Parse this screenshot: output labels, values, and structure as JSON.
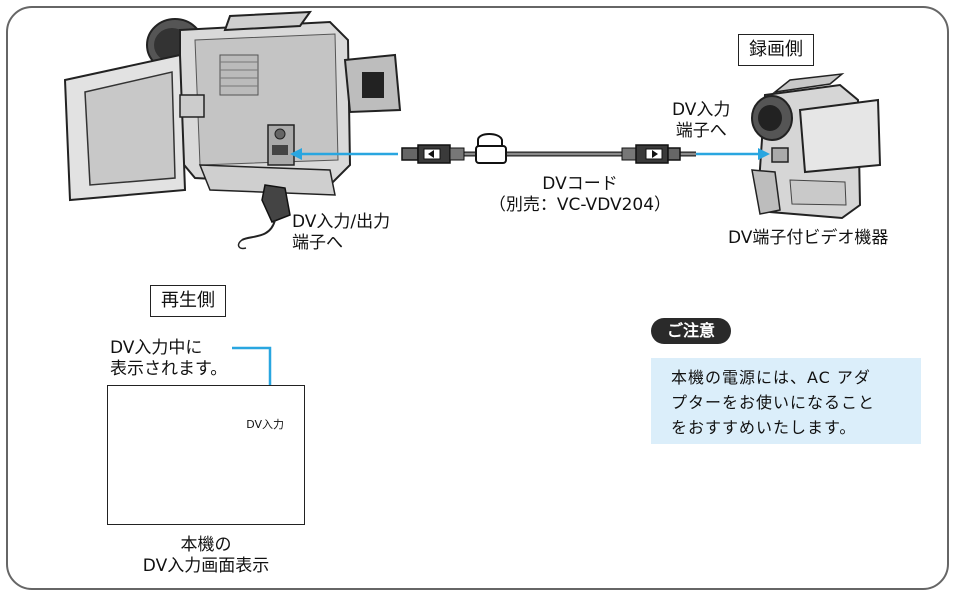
{
  "labels": {
    "record_side": "録画側",
    "playback_side": "再生側",
    "dv_input_terminal": [
      "DV入力",
      "端子へ"
    ],
    "dv_io_terminal": [
      "DV入力/出力",
      "端子へ"
    ],
    "dv_cord": [
      "DVコード",
      "（別売：VC-VDV204）"
    ],
    "dv_device": "DV端子付ビデオ機器",
    "indicator_caption": [
      "DV入力中に",
      "表示されます。"
    ],
    "screen_indicator": "DV入力",
    "screen_caption": [
      "本機の",
      "DV入力画面表示"
    ]
  },
  "notice": {
    "badge": "ご注意",
    "lines": [
      "本機の電源には、AC アダ",
      "プターをお使いになること",
      "をおすすめいたします。"
    ]
  },
  "colors": {
    "arrow": "#29a6e0",
    "notice_bg": "#dbeefa",
    "frame": "#666666"
  }
}
